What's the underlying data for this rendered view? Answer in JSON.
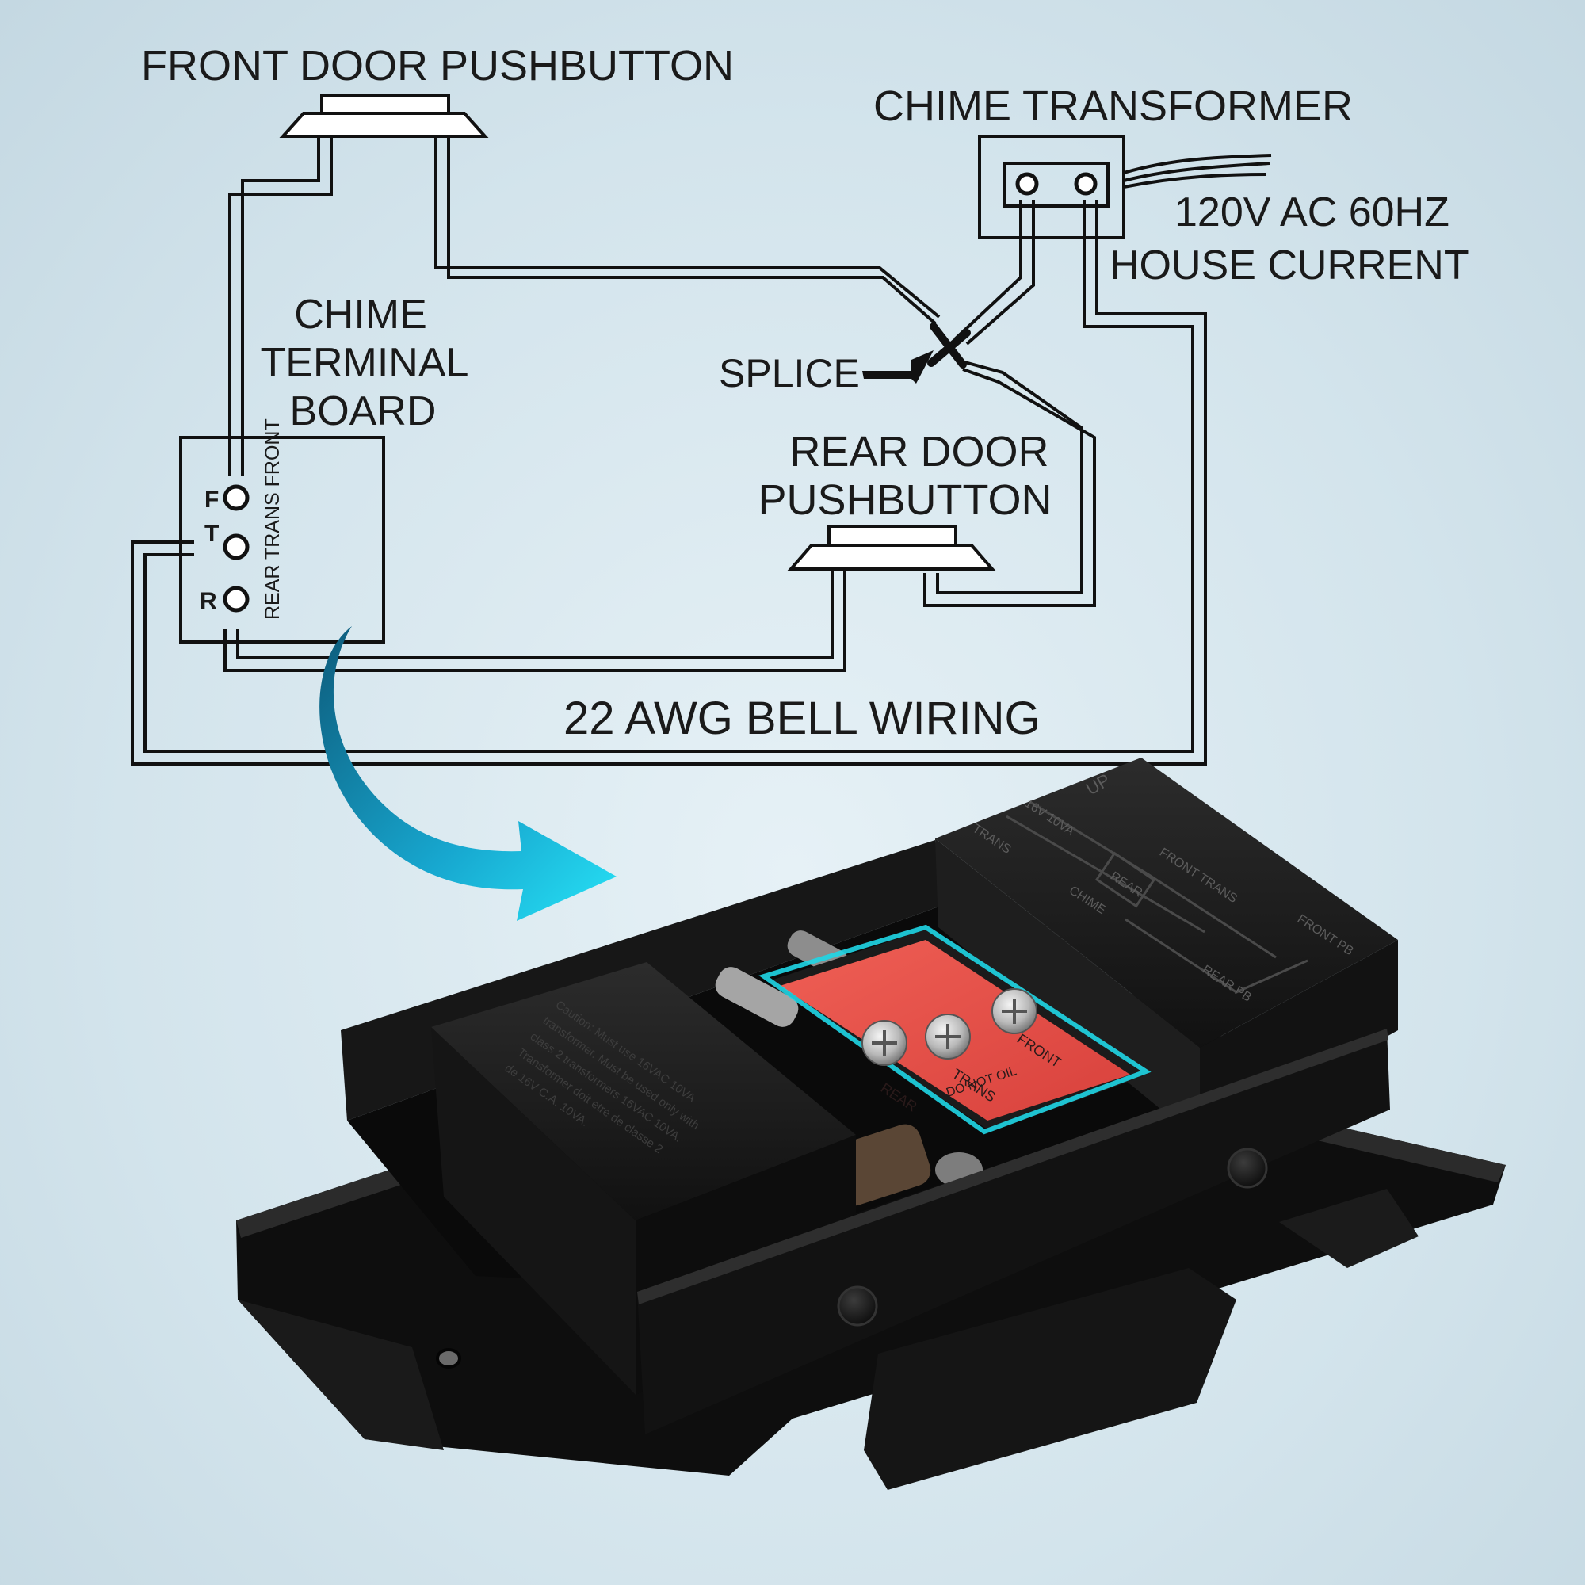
{
  "diagram": {
    "labels": {
      "front_door_pushbutton": "FRONT DOOR PUSHBUTTON",
      "chime_transformer": "CHIME TRANSFORMER",
      "voltage": "120V AC 60HZ",
      "house_current": "HOUSE CURRENT",
      "chime_line1": "CHIME",
      "chime_line2": "TERMINAL",
      "chime_line3": "BOARD",
      "splice": "SPLICE",
      "rear_line1": "REAR DOOR",
      "rear_line2": "PUSHBUTTON",
      "wiring": "22 AWG BELL WIRING",
      "terminal_side": "REAR TRANS FRONT",
      "terminal_f": "F",
      "terminal_t": "T",
      "terminal_r": "R"
    },
    "colors": {
      "wire": "#111111",
      "arrow": "#1fb4d8",
      "highlight": "#1fd6e6",
      "terminal_pad": "#e8504b"
    }
  },
  "product": {
    "cover_text": {
      "up": "UP",
      "rating": "16V 10VA",
      "trans": "TRANS",
      "front_trans": "FRONT TRANS",
      "rear": "REAR",
      "chime": "CHIME",
      "front_pb": "FRONT PB",
      "rear_pb": "REAR PB"
    },
    "terminal_text": {
      "rear": "REAR",
      "trans": "TRANS",
      "front": "FRONT",
      "do_not_oil": "DO NOT OIL"
    },
    "transformer_warning": [
      "Caution: Must use 16VAC 10VA",
      "transformer. Must be used only with",
      "class 2 transformers 16VAC 10VA.",
      "Transformer doit etre de classe 2",
      "de 16V C.A. 10VA."
    ]
  }
}
